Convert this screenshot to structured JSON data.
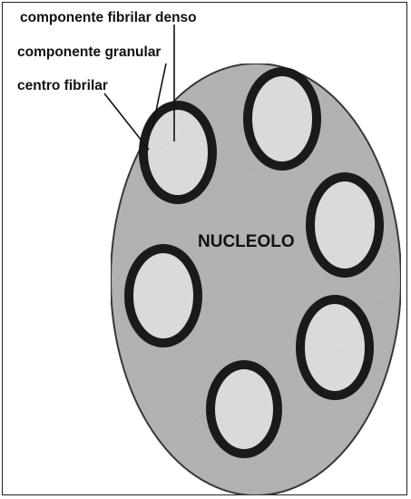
{
  "labels": {
    "dense_fibrillar": "componente fibrilar denso",
    "granular": "componente granular",
    "fibrillar_center": "centro fibrilar"
  },
  "center_label": "NUCLEOLO",
  "colors": {
    "nucleolus_fill": "#b9b9b9",
    "nucleolus_stroke": "#3a3a3a",
    "ring": "#1a1a1a",
    "center_fill": "#e3e3e3",
    "text": "#111111"
  }
}
